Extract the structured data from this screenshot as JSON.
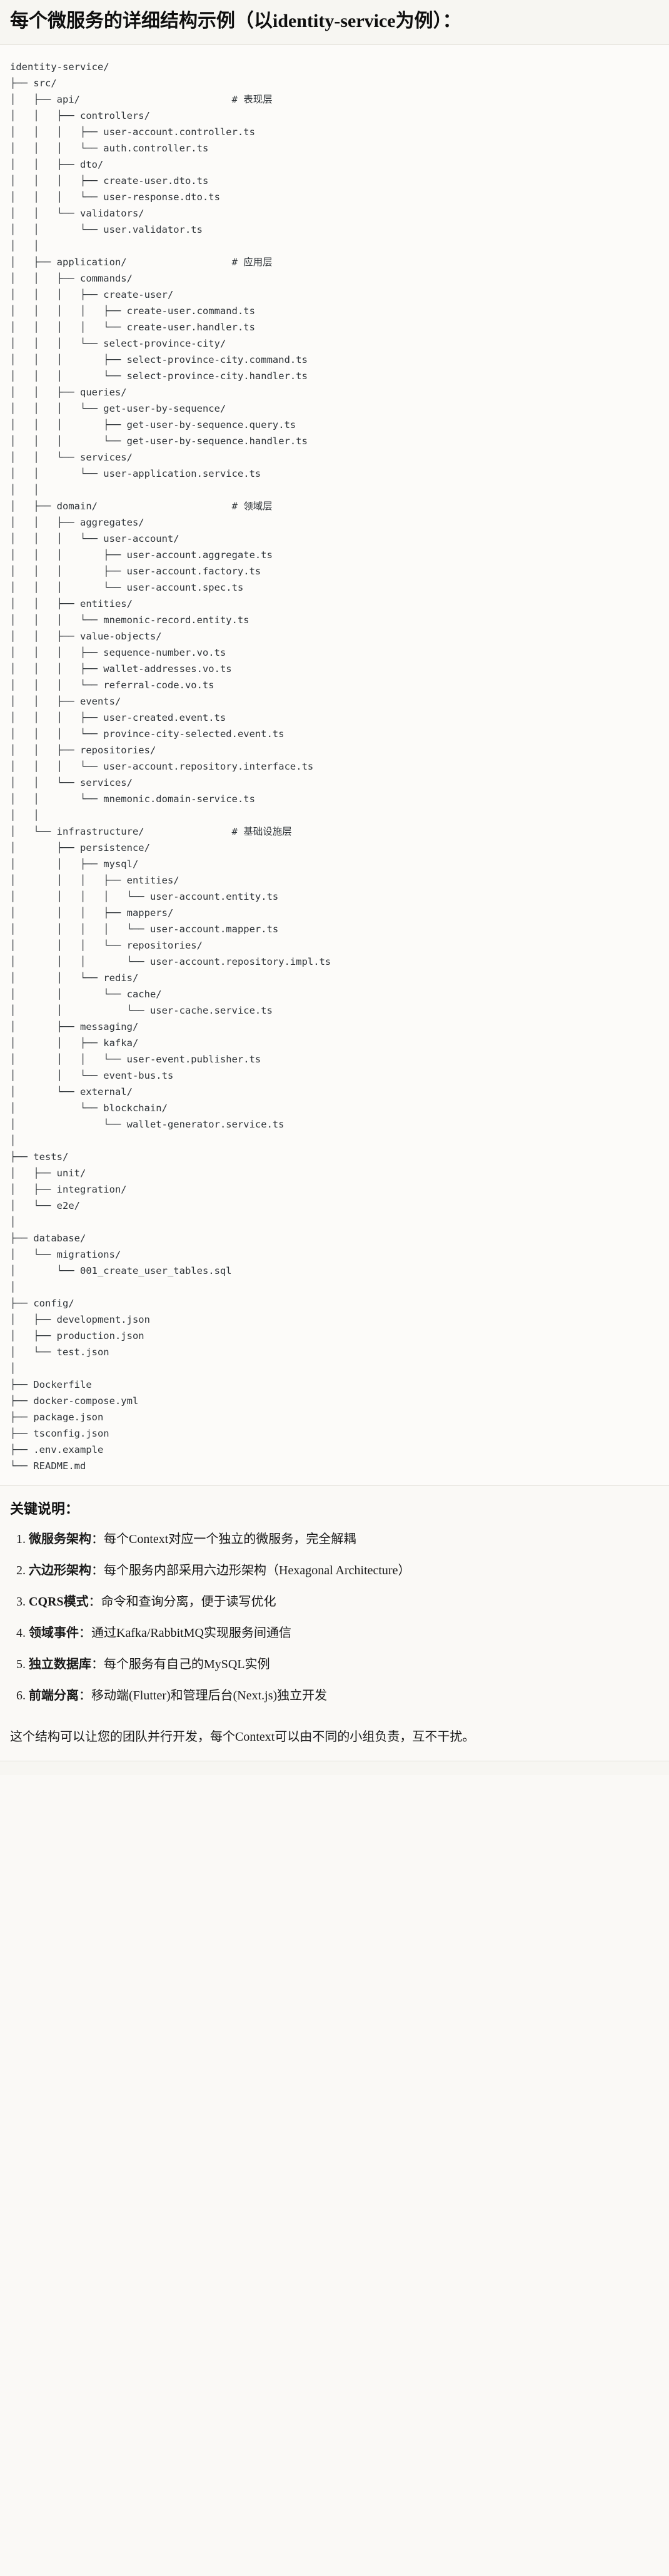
{
  "heading": "每个微服务的详细结构示例（以identity-service为例）：",
  "tree": {
    "root": "identity-service/",
    "text": "identity-service/\n├── src/\n│   ├── api/                          # 表现层\n│   │   ├── controllers/\n│   │   │   ├── user-account.controller.ts\n│   │   │   └── auth.controller.ts\n│   │   ├── dto/\n│   │   │   ├── create-user.dto.ts\n│   │   │   └── user-response.dto.ts\n│   │   └── validators/\n│   │       └── user.validator.ts\n│   │\n│   ├── application/                  # 应用层\n│   │   ├── commands/\n│   │   │   ├── create-user/\n│   │   │   │   ├── create-user.command.ts\n│   │   │   │   └── create-user.handler.ts\n│   │   │   └── select-province-city/\n│   │   │       ├── select-province-city.command.ts\n│   │   │       └── select-province-city.handler.ts\n│   │   ├── queries/\n│   │   │   └── get-user-by-sequence/\n│   │   │       ├── get-user-by-sequence.query.ts\n│   │   │       └── get-user-by-sequence.handler.ts\n│   │   └── services/\n│   │       └── user-application.service.ts\n│   │\n│   ├── domain/                       # 领域层\n│   │   ├── aggregates/\n│   │   │   └── user-account/\n│   │   │       ├── user-account.aggregate.ts\n│   │   │       ├── user-account.factory.ts\n│   │   │       └── user-account.spec.ts\n│   │   ├── entities/\n│   │   │   └── mnemonic-record.entity.ts\n│   │   ├── value-objects/\n│   │   │   ├── sequence-number.vo.ts\n│   │   │   ├── wallet-addresses.vo.ts\n│   │   │   └── referral-code.vo.ts\n│   │   ├── events/\n│   │   │   ├── user-created.event.ts\n│   │   │   └── province-city-selected.event.ts\n│   │   ├── repositories/\n│   │   │   └── user-account.repository.interface.ts\n│   │   └── services/\n│   │       └── mnemonic.domain-service.ts\n│   │\n│   └── infrastructure/               # 基础设施层\n│       ├── persistence/\n│       │   ├── mysql/\n│       │   │   ├── entities/\n│       │   │   │   └── user-account.entity.ts\n│       │   │   ├── mappers/\n│       │   │   │   └── user-account.mapper.ts\n│       │   │   └── repositories/\n│       │   │       └── user-account.repository.impl.ts\n│       │   └── redis/\n│       │       └── cache/\n│       │           └── user-cache.service.ts\n│       ├── messaging/\n│       │   ├── kafka/\n│       │   │   └── user-event.publisher.ts\n│       │   └── event-bus.ts\n│       └── external/\n│           └── blockchain/\n│               └── wallet-generator.service.ts\n│\n├── tests/\n│   ├── unit/\n│   ├── integration/\n│   └── e2e/\n│\n├── database/\n│   └── migrations/\n│       └── 001_create_user_tables.sql\n│\n├── config/\n│   ├── development.json\n│   ├── production.json\n│   └── test.json\n│\n├── Dockerfile\n├── docker-compose.yml\n├── package.json\n├── tsconfig.json\n├── .env.example\n└── README.md",
    "layer_comments": [
      "# 表现层",
      "# 应用层",
      "# 领域层",
      "# 基础设施层"
    ]
  },
  "keypoints": {
    "title": "关键说明：",
    "items": [
      {
        "term": "微服务架构",
        "desc": "：每个Context对应一个独立的微服务，完全解耦"
      },
      {
        "term": "六边形架构",
        "desc": "：每个服务内部采用六边形架构（Hexagonal Architecture）"
      },
      {
        "term": "CQRS模式",
        "desc": "：命令和查询分离，便于读写优化"
      },
      {
        "term": "领域事件",
        "desc": "：通过Kafka/RabbitMQ实现服务间通信"
      },
      {
        "term": "独立数据库",
        "desc": "：每个服务有自己的MySQL实例"
      },
      {
        "term": "前端分离",
        "desc": "：移动端(Flutter)和管理后台(Next.js)独立开发"
      }
    ]
  },
  "closing_note": "这个结构可以让您的团队并行开发，每个Context可以由不同的小组负责，互不干扰。"
}
